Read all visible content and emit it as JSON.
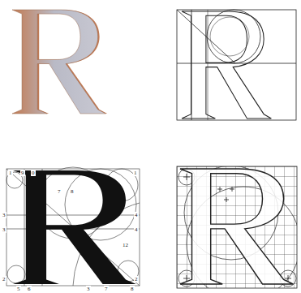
{
  "diagram": {
    "labels": [
      "1",
      "9",
      "0",
      "1",
      "7",
      "8",
      "3",
      "4",
      "3",
      "4",
      "12",
      "2",
      "2",
      "5",
      "6",
      "3",
      "7",
      "8"
    ]
  }
}
